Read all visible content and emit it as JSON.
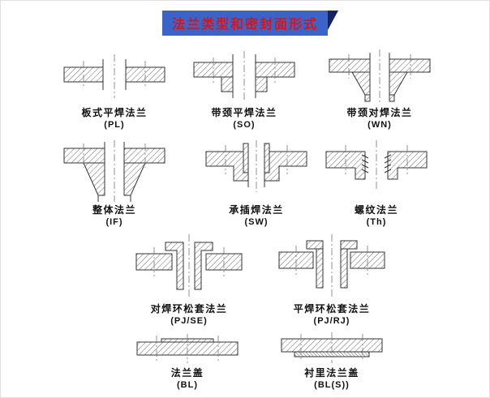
{
  "title": "法兰类型和密封面形式",
  "colors": {
    "title_bg": "#3c64c8",
    "title_text": "#e01111",
    "corner": "#16235e",
    "line": "#333333"
  },
  "flanges": [
    {
      "name": "板式平焊法兰",
      "code": "(PL)"
    },
    {
      "name": "带颈平焊法兰",
      "code": "(SO)"
    },
    {
      "name": "带颈对焊法兰",
      "code": "(WN)"
    },
    {
      "name": "整体法兰",
      "code": "(IF)"
    },
    {
      "name": "承插焊法兰",
      "code": "(SW)"
    },
    {
      "name": "螺纹法兰",
      "code": "(Th)"
    },
    {
      "name": "对焊环松套法兰",
      "code": "(PJ/SE)"
    },
    {
      "name": "平焊环松套法兰",
      "code": "(PJ/RJ)"
    },
    {
      "name": "法兰盖",
      "code": "(BL)"
    },
    {
      "name": "衬里法兰盖",
      "code": "(BL(S))"
    }
  ]
}
